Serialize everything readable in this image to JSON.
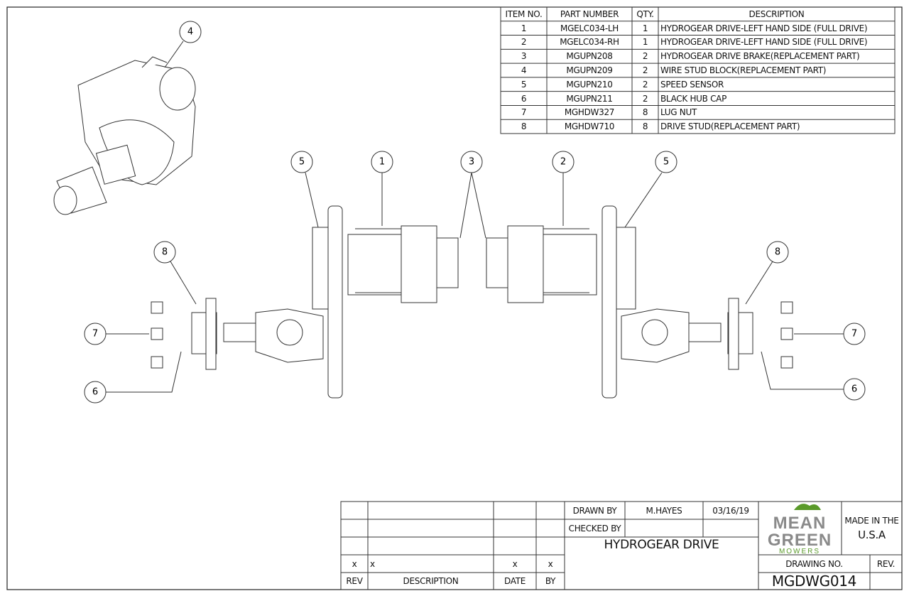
{
  "bom": {
    "headers": [
      "ITEM NO.",
      "PART NUMBER",
      "QTY.",
      "DESCRIPTION"
    ],
    "rows": [
      [
        "1",
        "MGELC034-LH",
        "1",
        "HYDROGEAR DRIVE-LEFT HAND SIDE (FULL DRIVE)"
      ],
      [
        "2",
        "MGELC034-RH",
        "1",
        "HYDROGEAR DRIVE-LEFT HAND SIDE (FULL DRIVE)"
      ],
      [
        "3",
        "MGUPN208",
        "2",
        "HYDROGEAR DRIVE BRAKE(REPLACEMENT PART)"
      ],
      [
        "4",
        "MGUPN209",
        "2",
        "WIRE STUD BLOCK(REPLACEMENT PART)"
      ],
      [
        "5",
        "MGUPN210",
        "2",
        "SPEED SENSOR"
      ],
      [
        "6",
        "MGUPN211",
        "2",
        "BLACK HUB CAP"
      ],
      [
        "7",
        "MGHDW327",
        "8",
        "LUG NUT"
      ],
      [
        "8",
        "MGHDW710",
        "8",
        "DRIVE STUD(REPLACEMENT PART)"
      ]
    ]
  },
  "balloons": [
    "4",
    "5",
    "1",
    "3",
    "2",
    "5",
    "8",
    "8",
    "7",
    "7",
    "6",
    "6"
  ],
  "title_block": {
    "drawn_by_label": "DRAWN BY",
    "drawn_by": "M.HAYES",
    "date": "03/16/19",
    "checked_by_label": "CHECKED BY",
    "title": "HYDROGEAR DRIVE",
    "logo_line1": "MEAN",
    "logo_line2": "GREEN",
    "logo_line3": "MOWERS",
    "made_in_label": "MADE IN THE",
    "made_in": "U.S.A",
    "drawing_no_label": "DRAWING NO.",
    "drawing_no": "MGDWG014",
    "rev_label": "REV.",
    "revision_row": [
      "x",
      "x",
      "x",
      "x"
    ],
    "revision_headers": [
      "REV",
      "DESCRIPTION",
      "DATE",
      "BY"
    ]
  },
  "colors": {
    "logo_green": "#5a9a2a",
    "logo_gray": "#8a8a8a"
  }
}
